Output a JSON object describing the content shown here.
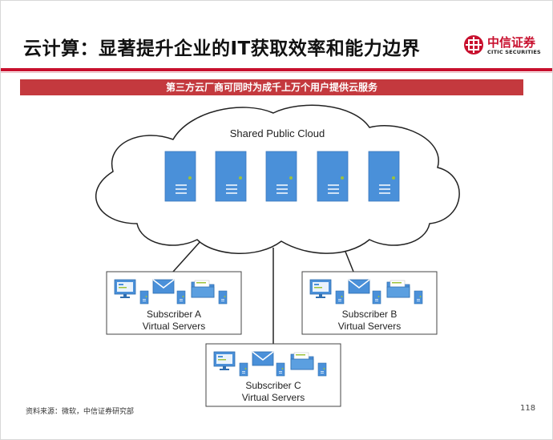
{
  "header": {
    "title": "云计算：显著提升企业的IT获取效率和能力边界",
    "logo_cn": "中信证券",
    "logo_en": "CITIC SECURITIES"
  },
  "banner": {
    "text": "第三方云厂商可同时为成千上万个用户提供云服务"
  },
  "diagram": {
    "cloud_label": "Shared Public Cloud",
    "server_count": 5,
    "subscribers": [
      {
        "id": "A",
        "line1": "Subscriber A",
        "line2": "Virtual Servers"
      },
      {
        "id": "B",
        "line1": "Subscriber B",
        "line2": "Virtual Servers"
      },
      {
        "id": "C",
        "line1": "Subscriber C",
        "line2": "Virtual Servers"
      }
    ]
  },
  "footer": {
    "source": "资料来源：微软，中信证券研究部",
    "page": "118"
  },
  "colors": {
    "brand_red": "#c8102e",
    "banner_red": "#c4393e",
    "server_blue": "#4a90d9",
    "server_light": "#7ab0e6",
    "indicator_green": "#9cc23a"
  }
}
